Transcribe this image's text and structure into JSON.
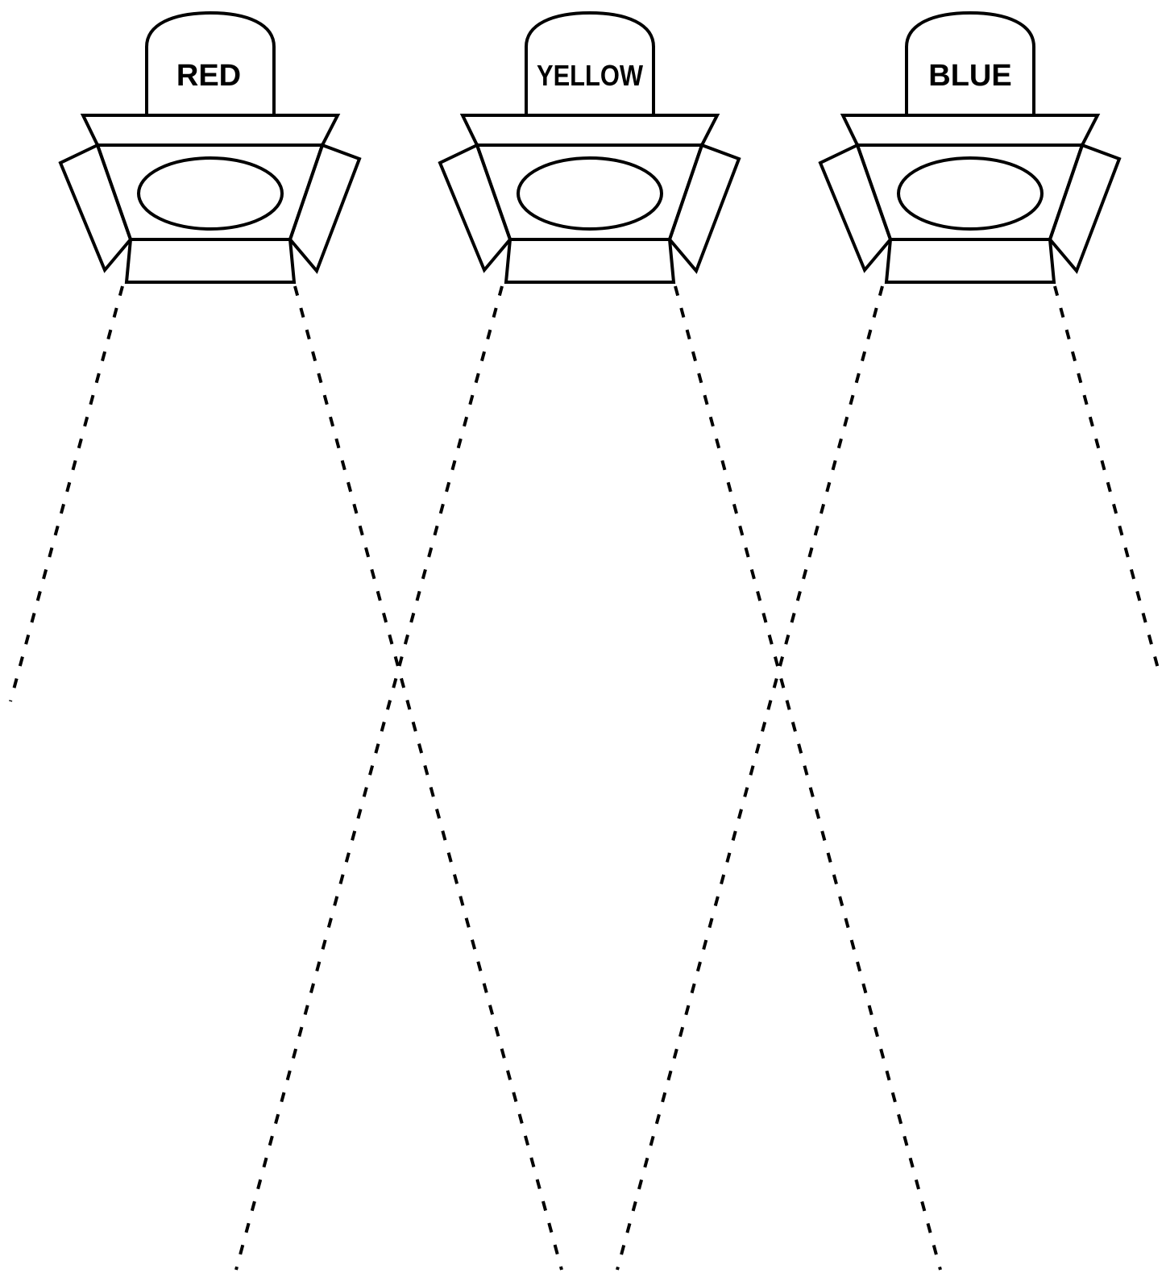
{
  "diagram": {
    "lights": [
      {
        "label": "RED"
      },
      {
        "label": "YELLOW"
      },
      {
        "label": "BLUE"
      }
    ],
    "line_color": "#000000",
    "background_color": "#ffffff"
  }
}
